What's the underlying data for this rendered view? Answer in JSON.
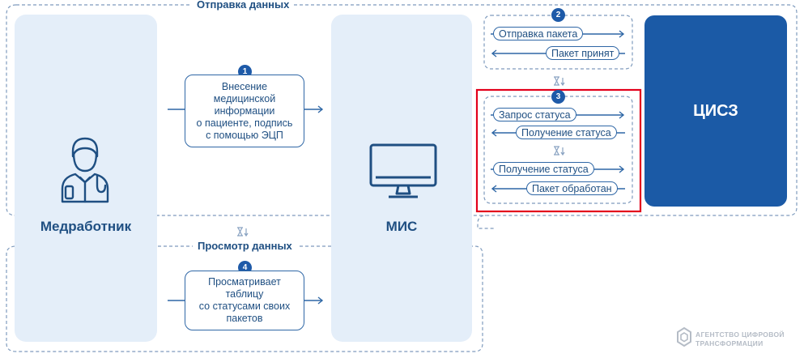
{
  "groups": {
    "send": "Отправка данных",
    "view": "Просмотр данных"
  },
  "actors": {
    "medworker": "Медработник",
    "mis": "МИС",
    "cisz": "ЦИСЗ"
  },
  "steps": {
    "step1": {
      "number": "1",
      "lines": [
        "Внесение",
        "медицинской",
        "информации",
        "о пациенте, подпись",
        "с помощью ЭЦП"
      ]
    },
    "step2": {
      "number": "2",
      "send": "Отправка пакета",
      "recv": "Пакет принят"
    },
    "step3": {
      "number": "3",
      "q1": "Запрос статуса",
      "r1": "Получение статуса",
      "q2": "Получение статуса",
      "r2": "Пакет обработан"
    },
    "step4": {
      "number": "4",
      "lines": [
        "Просматривает",
        "таблицу",
        "со статусами своих",
        "пакетов"
      ]
    }
  },
  "watermark": {
    "line1": "АГЕНТСТВО ЦИФРОВОЙ",
    "line2": "ТРАНСФОРМАЦИИ"
  },
  "icons": [
    "doctor-icon",
    "monitor-icon",
    "hourglass-icon",
    "arrow-right-icon",
    "arrow-left-icon",
    "agency-logo-icon"
  ],
  "colors": {
    "primary": "#1b5aa6",
    "actor_bg": "#e4eef9",
    "highlight": "#e3001b",
    "dash": "#7f9bbd"
  }
}
